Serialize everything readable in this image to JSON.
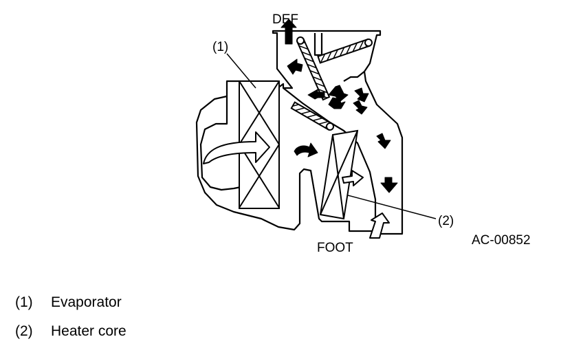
{
  "diagram": {
    "labels": {
      "def": "DEF",
      "foot": "FOOT",
      "callout_1": "(1)",
      "callout_2": "(2)",
      "figure_code": "AC-00852"
    }
  },
  "legend": [
    {
      "num": "(1)",
      "text": "Evaporator"
    },
    {
      "num": "(2)",
      "text": "Heater core"
    }
  ]
}
